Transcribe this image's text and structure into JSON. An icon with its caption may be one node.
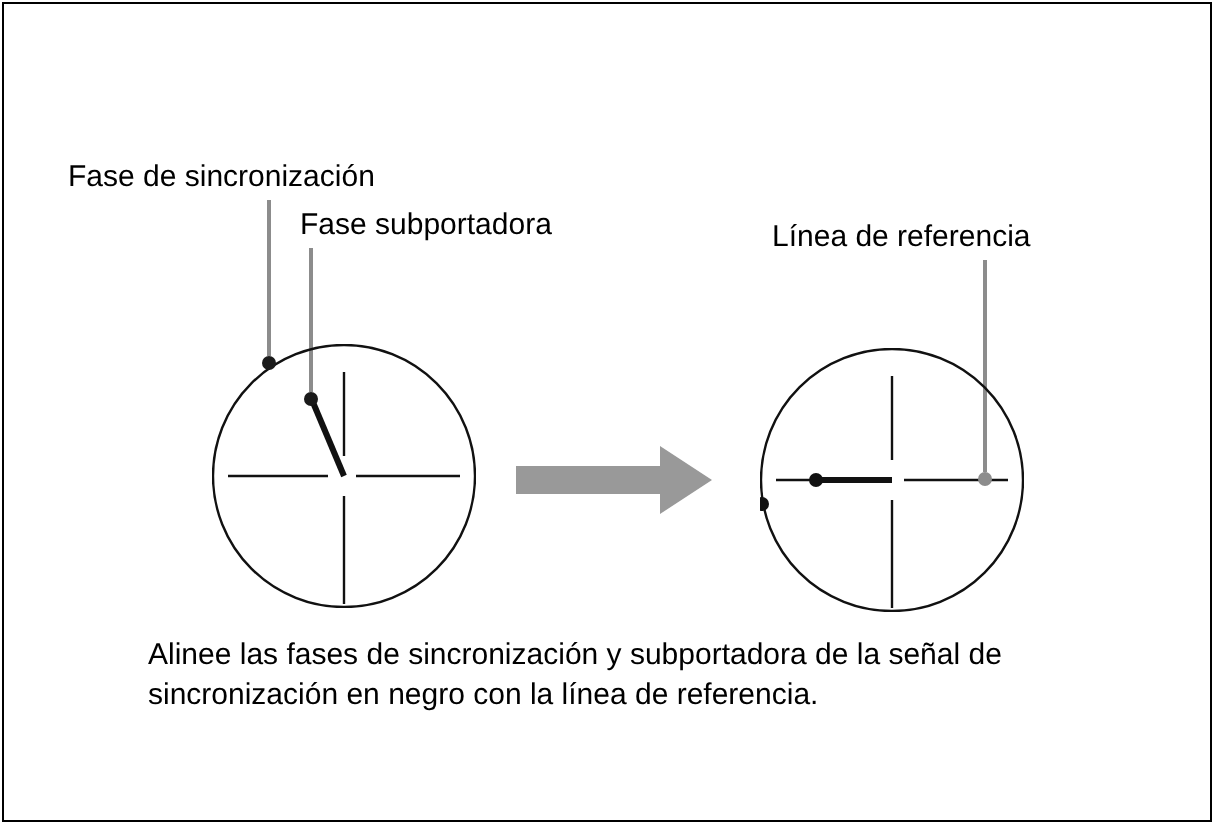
{
  "diagram": {
    "caption": "Alinee las fases de sincronización y subportadora de la señal de sincronización en negro con la línea de referencia.",
    "nodes": [
      {
        "text": [
          "Fase de sincronización"
        ]
      },
      {
        "text": [
          "Fase subportadora"
        ]
      },
      {
        "text": [
          "Línea de referencia"
        ]
      },
      {
        "text": [],
        "shape": "circle"
      },
      {
        "text": [],
        "shape": "circle"
      },
      {
        "text": [],
        "shape": "circle",
        "in": 3
      },
      {
        "text": [],
        "shape": "circle",
        "in": 3
      },
      {
        "text": [],
        "shape": "circle",
        "in": 4
      }
    ],
    "edges": [
      {
        "from": 0,
        "to": 5,
        "arrow": "none",
        "color": "#8c8c8c"
      },
      {
        "from": 1,
        "to": 6,
        "arrow": "none",
        "color": "#8c8c8c"
      },
      {
        "from": 2,
        "to": 7,
        "arrow": "none",
        "color": "#8c8c8c"
      },
      {
        "from": 3,
        "to": 4,
        "arrow": "to",
        "style": "thick",
        "color": "#999999"
      }
    ]
  }
}
